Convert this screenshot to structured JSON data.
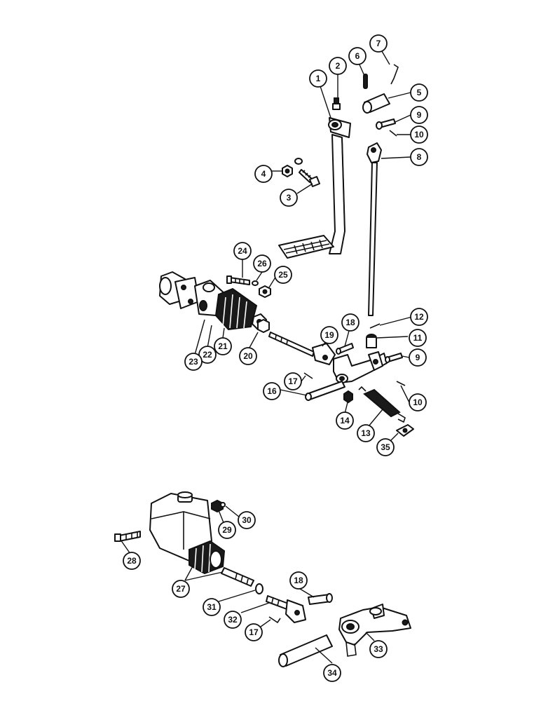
{
  "colors": {
    "ink": "#111111",
    "paper": "#ffffff"
  },
  "callouts": {
    "c1": "1",
    "c2": "2",
    "c3": "3",
    "c4": "4",
    "c5": "5",
    "c6": "6",
    "c7": "7",
    "c8": "8",
    "c9a": "9",
    "c9b": "9",
    "c10a": "10",
    "c10b": "10",
    "c11": "11",
    "c12": "12",
    "c13": "13",
    "c14": "14",
    "c16": "16",
    "c17a": "17",
    "c17b": "17",
    "c18a": "18",
    "c18b": "18",
    "c19": "19",
    "c20": "20",
    "c21": "21",
    "c22": "22",
    "c23": "23",
    "c24": "24",
    "c25": "25",
    "c26": "26",
    "c27": "27",
    "c28": "28",
    "c29": "29",
    "c30": "30",
    "c31": "31",
    "c32": "32",
    "c33": "33",
    "c34": "34",
    "c35": "35"
  }
}
